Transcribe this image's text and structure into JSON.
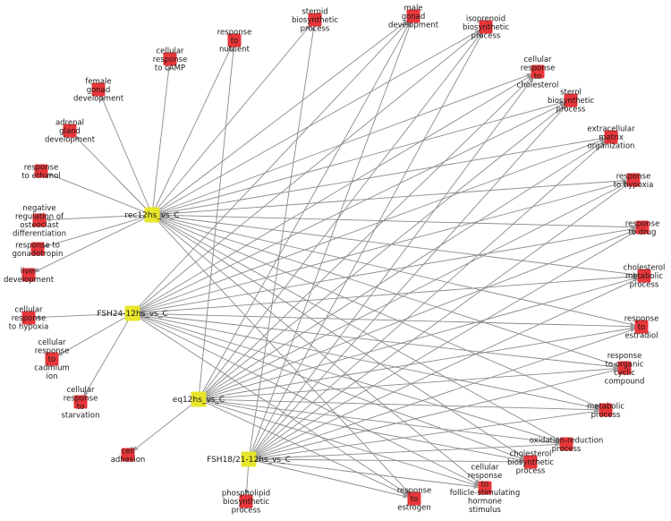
{
  "hubs": [
    {
      "id": "rec",
      "label": "rec12hs_vs_C"
    },
    {
      "id": "fsh24",
      "label": "FSH24-12hs_vs_C"
    },
    {
      "id": "eq",
      "label": "eq12hs_vs_C"
    },
    {
      "id": "fsh18",
      "label": "FSH18/21-12hs_vs_C"
    }
  ],
  "terms": [
    {
      "id": "steroid-biosynthetic",
      "label": "steroid\nbiosynthetic\nprocess"
    },
    {
      "id": "male-gonad",
      "label": "male\ngonad\ndevelopment"
    },
    {
      "id": "isoprenoid",
      "label": "isoprenoid\nbiosynthetic\nprocess"
    },
    {
      "id": "response-nutrient",
      "label": "response\nto\nnutrient"
    },
    {
      "id": "cellular-camp",
      "label": "cellular\nresponse\nto cAMP"
    },
    {
      "id": "female-gonad",
      "label": "female\ngonad\ndevelopment"
    },
    {
      "id": "adrenal-gland",
      "label": "adrenal\ngland\ndevelopment"
    },
    {
      "id": "response-ethanol",
      "label": "response\nto ethanol"
    },
    {
      "id": "neg-osteoclast",
      "label": "negative\nregulation of\nosteoclast\ndifferentiation"
    },
    {
      "id": "response-gonadotropin",
      "label": "response to\ngonadotropin"
    },
    {
      "id": "liver-dev",
      "label": "liver\ndevelopment"
    },
    {
      "id": "cellular-hypoxia",
      "label": "cellular\nresponse\nto hypoxia"
    },
    {
      "id": "cellular-cadmium",
      "label": "cellular\nresponse\nto\ncadmium\nion"
    },
    {
      "id": "cellular-starvation",
      "label": "cellular\nresponse\nto\nstarvation"
    },
    {
      "id": "cell-adhesion",
      "label": "cell\nadhesion"
    },
    {
      "id": "phospholipid",
      "label": "phospholipid\nbiosynthetic\nprocess"
    },
    {
      "id": "response-estrogen",
      "label": "response\nto\nestrogen"
    },
    {
      "id": "cellular-fsh",
      "label": "cellular\nresponse\nto\nfollicle-stimulating\nhormone\nstimulus"
    },
    {
      "id": "cholesterol-biosynthetic",
      "label": "cholesterol\nbiosynthetic\nprocess"
    },
    {
      "id": "oxidation-reduction",
      "label": "oxidation-reduction\nprocess"
    },
    {
      "id": "metabolic",
      "label": "metabolic\nprocess"
    },
    {
      "id": "response-organic",
      "label": "response\nto organic\ncyclic\ncompound"
    },
    {
      "id": "response-estradiol",
      "label": "response\nto\nestradiol"
    },
    {
      "id": "cholesterol-metabolic",
      "label": "cholesterol\nmetabolic\nprocess"
    },
    {
      "id": "response-drug",
      "label": "response\nto drug"
    },
    {
      "id": "response-hypoxia",
      "label": "response\nto hypoxia"
    },
    {
      "id": "extracellular-matrix",
      "label": "extracellular\nmatrix\norganization"
    },
    {
      "id": "sterol-biosynthetic",
      "label": "sterol\nbiosynthetic\nprocess"
    },
    {
      "id": "cellular-cholesterol",
      "label": "cellular\nresponse\nto\ncholesterol"
    }
  ],
  "edges": [
    [
      "rec",
      "steroid-biosynthetic"
    ],
    [
      "rec",
      "male-gonad"
    ],
    [
      "rec",
      "isoprenoid"
    ],
    [
      "rec",
      "response-nutrient"
    ],
    [
      "rec",
      "cellular-camp"
    ],
    [
      "rec",
      "female-gonad"
    ],
    [
      "rec",
      "adrenal-gland"
    ],
    [
      "rec",
      "response-ethanol"
    ],
    [
      "rec",
      "neg-osteoclast"
    ],
    [
      "rec",
      "response-gonadotropin"
    ],
    [
      "rec",
      "liver-dev"
    ],
    [
      "rec",
      "cellular-cholesterol"
    ],
    [
      "rec",
      "sterol-biosynthetic"
    ],
    [
      "rec",
      "extracellular-matrix"
    ],
    [
      "rec",
      "response-hypoxia"
    ],
    [
      "rec",
      "response-drug"
    ],
    [
      "rec",
      "cholesterol-metabolic"
    ],
    [
      "rec",
      "response-estradiol"
    ],
    [
      "rec",
      "response-organic"
    ],
    [
      "rec",
      "metabolic"
    ],
    [
      "rec",
      "oxidation-reduction"
    ],
    [
      "rec",
      "cholesterol-biosynthetic"
    ],
    [
      "rec",
      "cellular-fsh"
    ],
    [
      "rec",
      "response-estrogen"
    ],
    [
      "fsh24",
      "cellular-hypoxia"
    ],
    [
      "fsh24",
      "cellular-cadmium"
    ],
    [
      "fsh24",
      "cellular-starvation"
    ],
    [
      "fsh24",
      "male-gonad"
    ],
    [
      "fsh24",
      "isoprenoid"
    ],
    [
      "fsh24",
      "cellular-cholesterol"
    ],
    [
      "fsh24",
      "sterol-biosynthetic"
    ],
    [
      "fsh24",
      "extracellular-matrix"
    ],
    [
      "fsh24",
      "response-hypoxia"
    ],
    [
      "fsh24",
      "response-drug"
    ],
    [
      "fsh24",
      "cholesterol-metabolic"
    ],
    [
      "fsh24",
      "response-estradiol"
    ],
    [
      "fsh24",
      "response-organic"
    ],
    [
      "fsh24",
      "metabolic"
    ],
    [
      "fsh24",
      "oxidation-reduction"
    ],
    [
      "fsh24",
      "cholesterol-biosynthetic"
    ],
    [
      "fsh24",
      "cellular-fsh"
    ],
    [
      "fsh24",
      "response-estrogen"
    ],
    [
      "eq",
      "cell-adhesion"
    ],
    [
      "eq",
      "response-nutrient"
    ],
    [
      "eq",
      "male-gonad"
    ],
    [
      "eq",
      "isoprenoid"
    ],
    [
      "eq",
      "cellular-cholesterol"
    ],
    [
      "eq",
      "sterol-biosynthetic"
    ],
    [
      "eq",
      "extracellular-matrix"
    ],
    [
      "eq",
      "response-hypoxia"
    ],
    [
      "eq",
      "response-drug"
    ],
    [
      "eq",
      "cholesterol-metabolic"
    ],
    [
      "eq",
      "response-estradiol"
    ],
    [
      "eq",
      "response-organic"
    ],
    [
      "eq",
      "metabolic"
    ],
    [
      "eq",
      "oxidation-reduction"
    ],
    [
      "eq",
      "cholesterol-biosynthetic"
    ],
    [
      "eq",
      "cellular-fsh"
    ],
    [
      "eq",
      "response-estrogen"
    ],
    [
      "fsh18",
      "phospholipid"
    ],
    [
      "fsh18",
      "steroid-biosynthetic"
    ],
    [
      "fsh18",
      "male-gonad"
    ],
    [
      "fsh18",
      "isoprenoid"
    ],
    [
      "fsh18",
      "cellular-cholesterol"
    ],
    [
      "fsh18",
      "sterol-biosynthetic"
    ],
    [
      "fsh18",
      "extracellular-matrix"
    ],
    [
      "fsh18",
      "response-hypoxia"
    ],
    [
      "fsh18",
      "response-drug"
    ],
    [
      "fsh18",
      "cholesterol-metabolic"
    ],
    [
      "fsh18",
      "response-estradiol"
    ],
    [
      "fsh18",
      "response-organic"
    ],
    [
      "fsh18",
      "metabolic"
    ],
    [
      "fsh18",
      "oxidation-reduction"
    ],
    [
      "fsh18",
      "cholesterol-biosynthetic"
    ],
    [
      "fsh18",
      "cellular-fsh"
    ],
    [
      "fsh18",
      "response-estrogen"
    ]
  ],
  "colors": {
    "hub": "#e8e62a",
    "term": "#e8363a",
    "edge": "#8a8a8a",
    "text": "#1a1a1a"
  }
}
